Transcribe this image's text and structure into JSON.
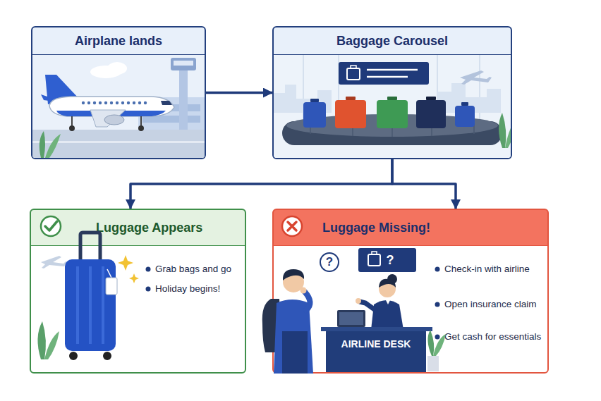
{
  "diagram": {
    "nodes": [
      {
        "text": [
          "Airplane lands"
        ]
      },
      {
        "text": [
          "Baggage Carousel"
        ]
      },
      {
        "text": [
          "Luggage Appears",
          "Grab bags and go",
          "Holiday begins!"
        ]
      },
      {
        "text": [
          "Luggage Missing!",
          "Check-in with airline",
          "Open insurance claim",
          "Get cash for essentials"
        ]
      },
      {
        "text": [
          "AIRLINE DESK"
        ],
        "in": 3
      }
    ],
    "edges": [
      {
        "from": 0,
        "to": 1,
        "arrow": "to"
      },
      {
        "from": 1,
        "to": 2,
        "arrow": "to"
      },
      {
        "from": 1,
        "to": 3,
        "arrow": "to"
      }
    ],
    "labels": [
      "?",
      "?"
    ]
  }
}
